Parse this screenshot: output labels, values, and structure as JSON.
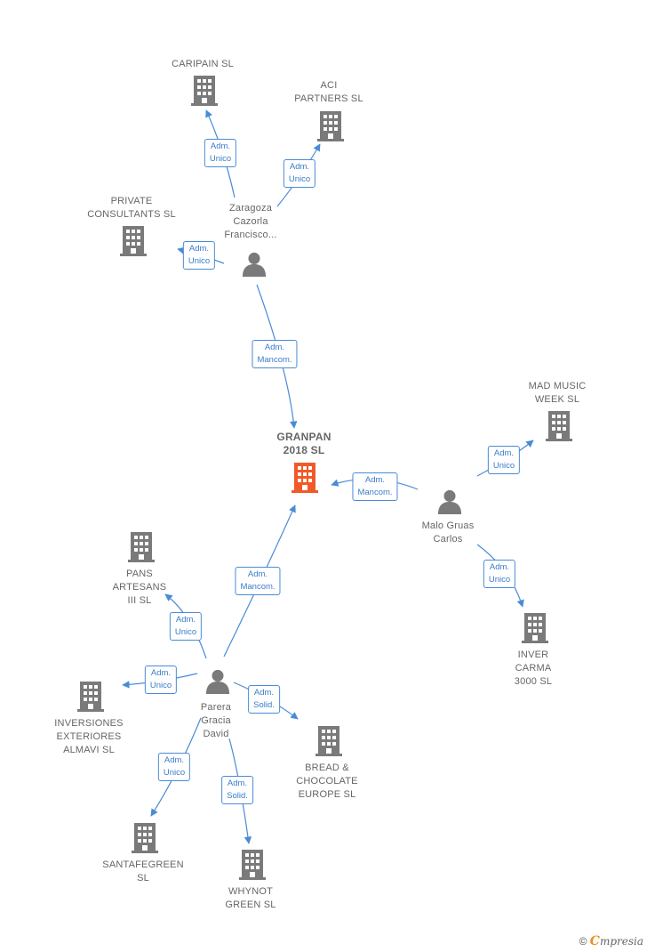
{
  "colors": {
    "edge": "#4a8bd6",
    "company": "#7a7a7a",
    "company_main": "#f05a28",
    "person": "#7a7a7a"
  },
  "nodes": [
    {
      "id": "caripain",
      "label": "CARIPAIN  SL",
      "kind": "company",
      "icon": "building-icon"
    },
    {
      "id": "aci",
      "label": "ACI\nPARTNERS  SL",
      "kind": "company",
      "icon": "building-icon"
    },
    {
      "id": "private",
      "label": "PRIVATE\nCONSULTANTS SL",
      "kind": "company",
      "icon": "building-icon"
    },
    {
      "id": "zaragoza",
      "label": "Zaragoza\nCazorla\nFrancisco...",
      "kind": "person",
      "icon": "person-icon"
    },
    {
      "id": "granpan",
      "label": "GRANPAN\n2018  SL",
      "kind": "main",
      "icon": "building-icon"
    },
    {
      "id": "madmusic",
      "label": "MAD MUSIC\nWEEK SL",
      "kind": "company",
      "icon": "building-icon"
    },
    {
      "id": "malo",
      "label": "Malo Gruas\nCarlos",
      "kind": "person",
      "icon": "person-icon"
    },
    {
      "id": "inver",
      "label": "INVER\nCARMA\n3000  SL",
      "kind": "company",
      "icon": "building-icon"
    },
    {
      "id": "pans",
      "label": "PANS\nARTESANS\nIII SL",
      "kind": "company",
      "icon": "building-icon"
    },
    {
      "id": "parera",
      "label": "Parera\nGracia\nDavid",
      "kind": "person",
      "icon": "person-icon"
    },
    {
      "id": "inversiones",
      "label": "INVERSIONES\nEXTERIORES\nALMAVI  SL",
      "kind": "company",
      "icon": "building-icon"
    },
    {
      "id": "bread",
      "label": "BREAD &\nCHOCOLATE\nEUROPE  SL",
      "kind": "company",
      "icon": "building-icon"
    },
    {
      "id": "santafe",
      "label": "SANTAFEGREEN\nSL",
      "kind": "company",
      "icon": "building-icon"
    },
    {
      "id": "whynot",
      "label": "WHYNOT\nGREEN  SL",
      "kind": "company",
      "icon": "building-icon"
    }
  ],
  "edges": [
    {
      "from": "zaragoza",
      "to": "caripain",
      "label": "Adm.\nUnico"
    },
    {
      "from": "zaragoza",
      "to": "aci",
      "label": "Adm.\nUnico"
    },
    {
      "from": "zaragoza",
      "to": "private",
      "label": "Adm.\nUnico"
    },
    {
      "from": "zaragoza",
      "to": "granpan",
      "label": "Adm.\nMancom."
    },
    {
      "from": "malo",
      "to": "granpan",
      "label": "Adm.\nMancom."
    },
    {
      "from": "malo",
      "to": "madmusic",
      "label": "Adm.\nUnico"
    },
    {
      "from": "malo",
      "to": "inver",
      "label": "Adm.\nUnico"
    },
    {
      "from": "parera",
      "to": "granpan",
      "label": "Adm.\nMancom."
    },
    {
      "from": "parera",
      "to": "pans",
      "label": "Adm.\nUnico"
    },
    {
      "from": "parera",
      "to": "inversiones",
      "label": "Adm.\nUnico"
    },
    {
      "from": "parera",
      "to": "bread",
      "label": "Adm.\nSolid."
    },
    {
      "from": "parera",
      "to": "santafe",
      "label": "Adm.\nUnico"
    },
    {
      "from": "parera",
      "to": "whynot",
      "label": "Adm.\nSolid."
    }
  ],
  "footer": {
    "copyright": "©",
    "brand_initial": "C",
    "brand_rest": "mpresia"
  }
}
